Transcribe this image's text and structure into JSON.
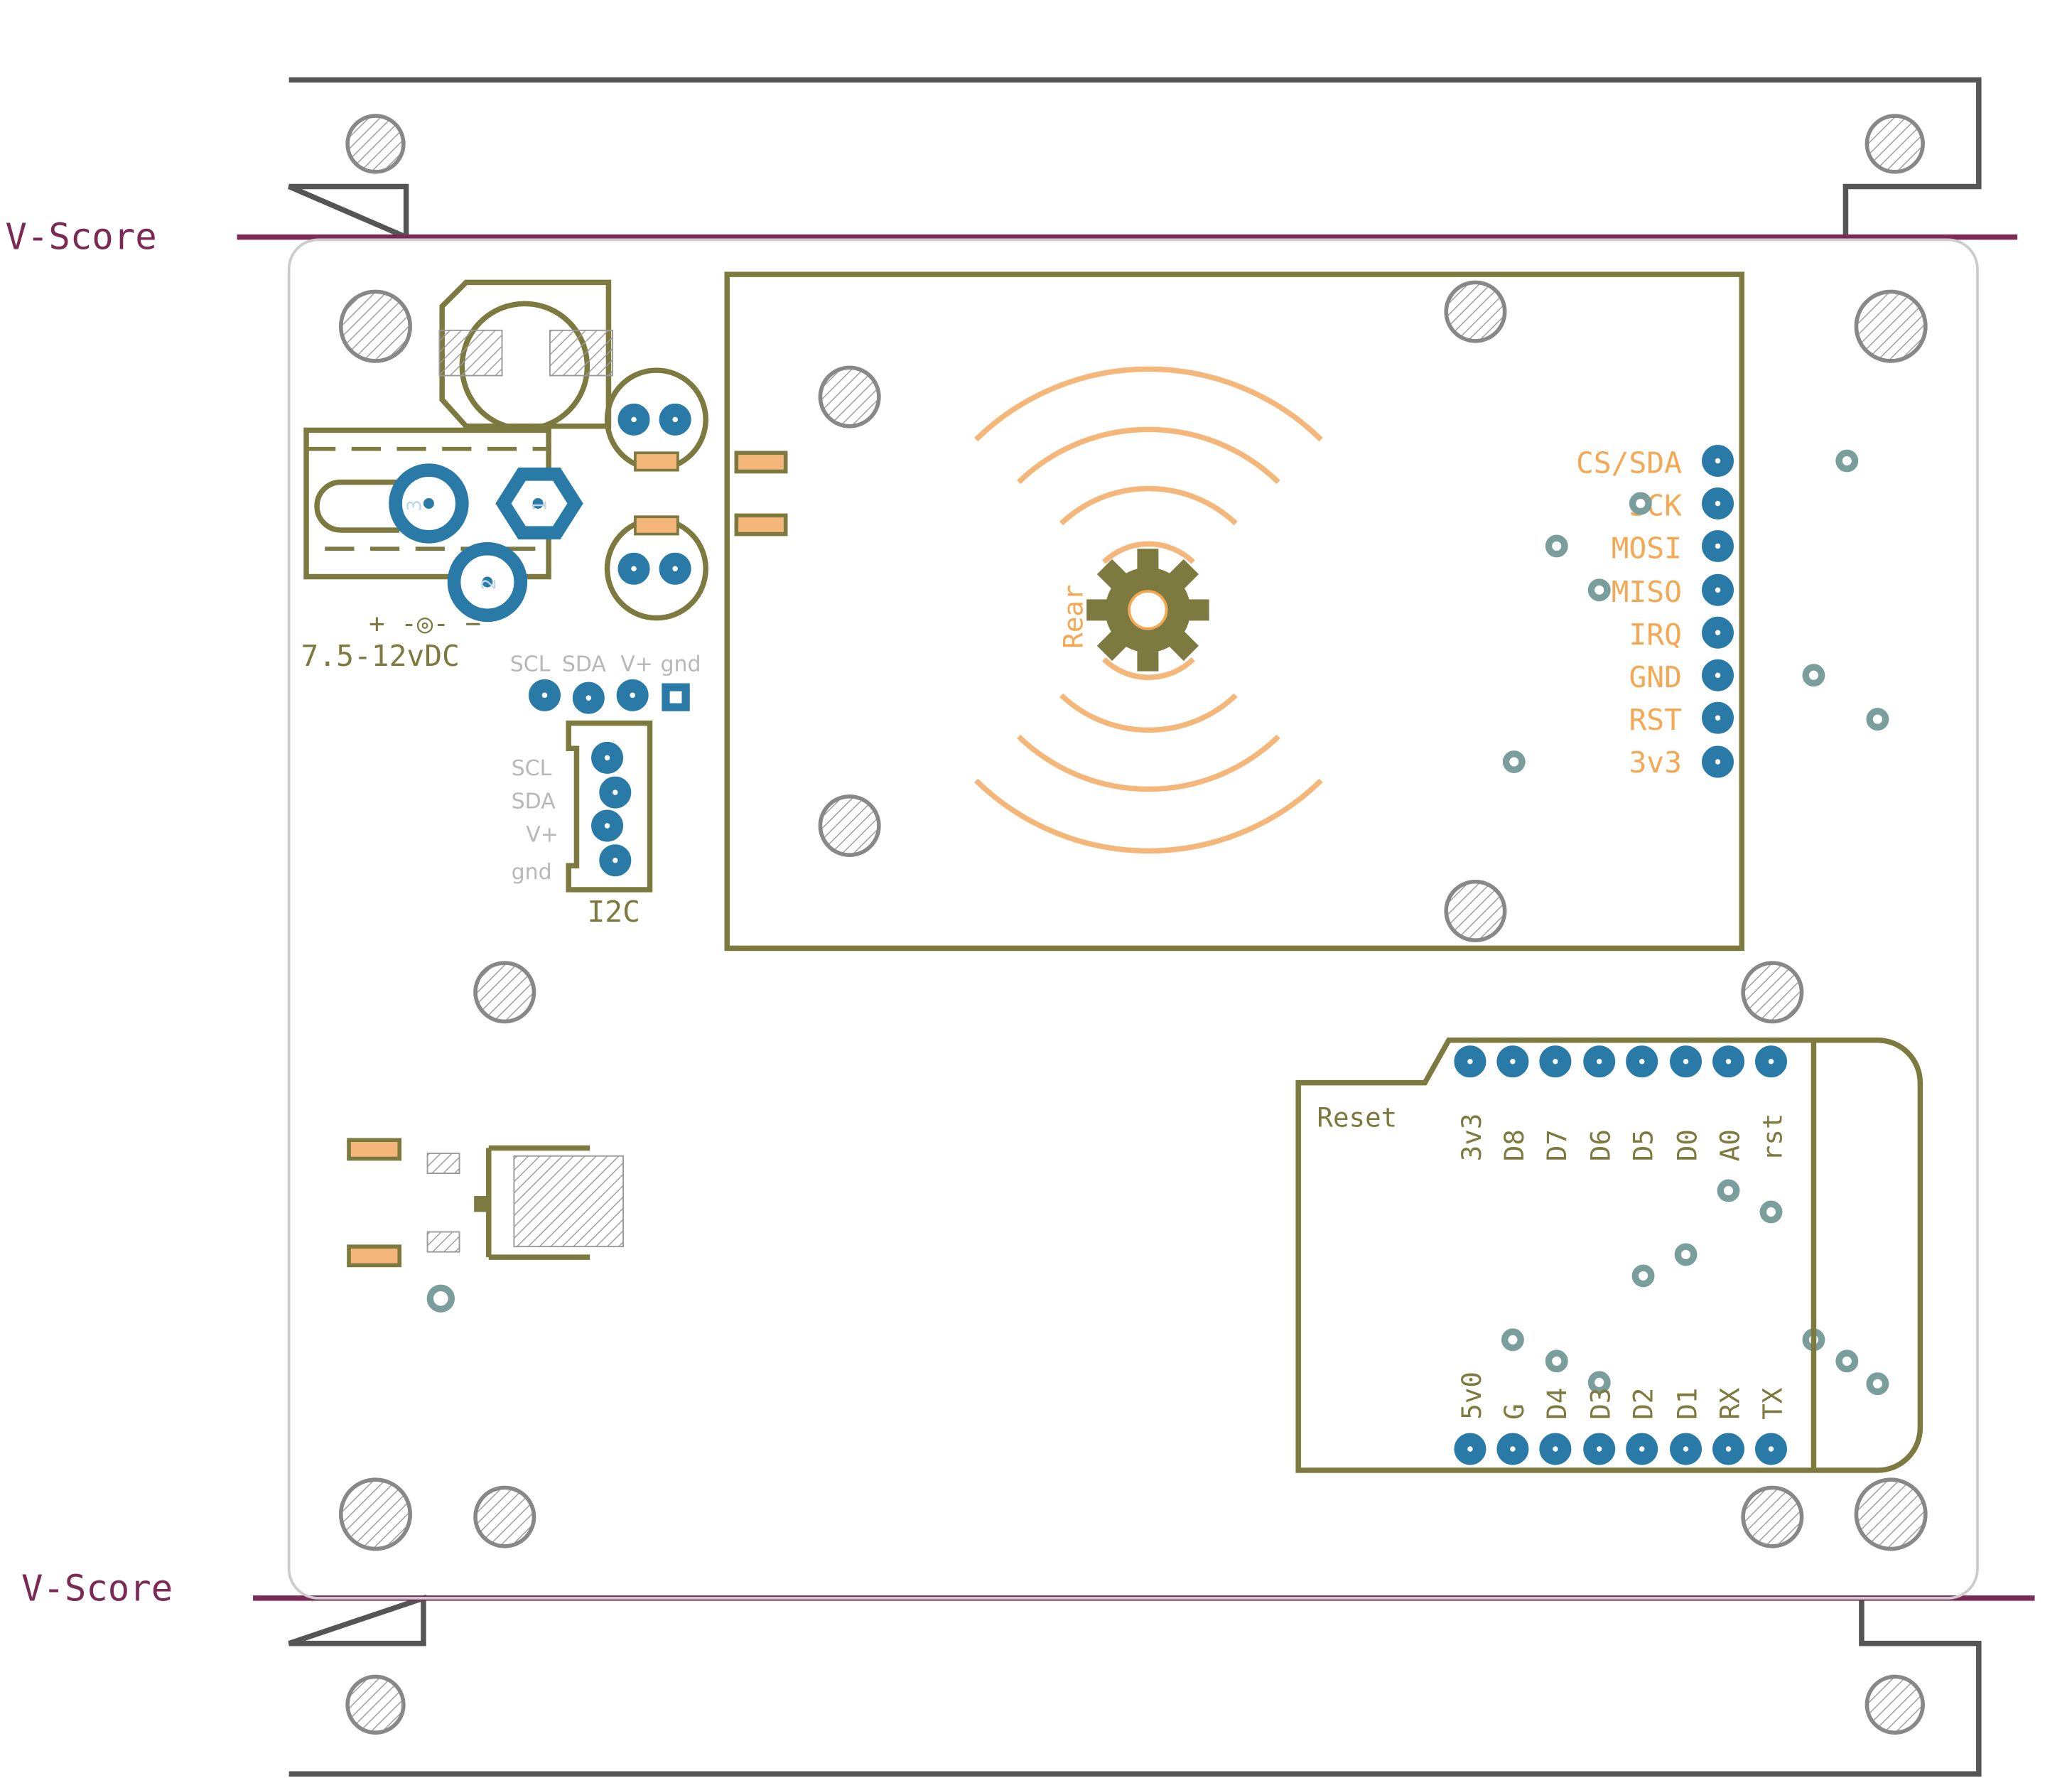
{
  "score_lines": {
    "top_label": "V-Score",
    "bottom_label": "V-Score",
    "color": "#7a2a55"
  },
  "power": {
    "polarity": "+ -◎- −",
    "rating": "7.5-12vDC",
    "pin_numbers": [
      "3",
      "1",
      "2"
    ]
  },
  "i2c_header_labels": [
    "SCL",
    "SDA",
    "V+",
    "gnd"
  ],
  "i2c_connector": {
    "pin_labels": [
      "SCL",
      "SDA",
      "V+",
      "gnd"
    ],
    "name": "I2C"
  },
  "rfid_module": {
    "side_label": "Rear",
    "pins": [
      "CS/SDA",
      "SCK",
      "MOSI",
      "MISO",
      "IRQ",
      "GND",
      "RST",
      "3v3"
    ]
  },
  "wemos": {
    "reset_label": "Reset",
    "top_pins": [
      "3v3",
      "D8",
      "D7",
      "D6",
      "D5",
      "D0",
      "A0",
      "rst"
    ],
    "bottom_pins": [
      "5v0",
      "G",
      "D4",
      "D3",
      "D2",
      "D1",
      "RX",
      "TX"
    ]
  },
  "colors": {
    "silkscreen": "#7c7a3f",
    "pad": "#2a7aa8",
    "label_orange": "#f5a853",
    "hole_hatch": "#999999"
  }
}
